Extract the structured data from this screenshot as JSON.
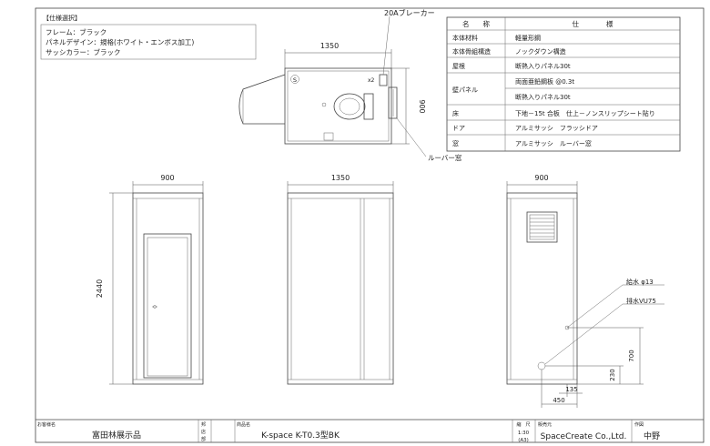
{
  "spec_header": "【仕様選択】",
  "spec_lines": [
    "フレーム：ブラック",
    "パネルデザイン：規格(ホワイト・エンボス加工)",
    "サッシカラー：ブラック"
  ],
  "breaker_label": "20Aブレーカー",
  "louver_label": "ルーバー窓",
  "outlet_mark": "x2",
  "socket_mark": "S",
  "dimensions": {
    "plan_width": "1350",
    "plan_depth": "900",
    "front_width": "900",
    "side_width": "1350",
    "rear_width": "900",
    "height": "2440",
    "d700": "700",
    "d230": "230",
    "d135": "135",
    "d450": "450"
  },
  "spec_table": {
    "header_name": "名　　称",
    "header_spec": "仕　　　　様",
    "rows": [
      {
        "name": "本体材料",
        "spec": "軽量形鋼"
      },
      {
        "name": "本体骨組構造",
        "spec": "ノックダウン構造"
      },
      {
        "name": "屋根",
        "spec": "断熱入りパネル30t"
      },
      {
        "name": "壁パネル",
        "spec": "両面亜鉛鋼板 @0.3t",
        "spec2": "断熱入りパネル30t"
      },
      {
        "name": "床",
        "spec": "下地－15t 合板　仕上－ノンスリップシート貼り"
      },
      {
        "name": "ドア",
        "spec": "アルミサッシ　フラッシドア"
      },
      {
        "name": "窓",
        "spec": "アルミサッシ　ルーバー窓"
      }
    ]
  },
  "water_supply": "給水 φ13",
  "drain": "排水VU75",
  "title_block": {
    "customer_label": "お客様名",
    "customer": "富田林展示品",
    "ref_label1": "邦",
    "ref_label2": "店",
    "ref_label3": "部",
    "product_label": "商品名",
    "product": "K-space K-T0.3型BK",
    "scale_label": "縮　尺",
    "scale": "1:30",
    "paper": "(A3)",
    "company_label": "販売元",
    "company": "SpaceCreate Co.,Ltd.",
    "author_label": "作図",
    "author": "中野"
  }
}
